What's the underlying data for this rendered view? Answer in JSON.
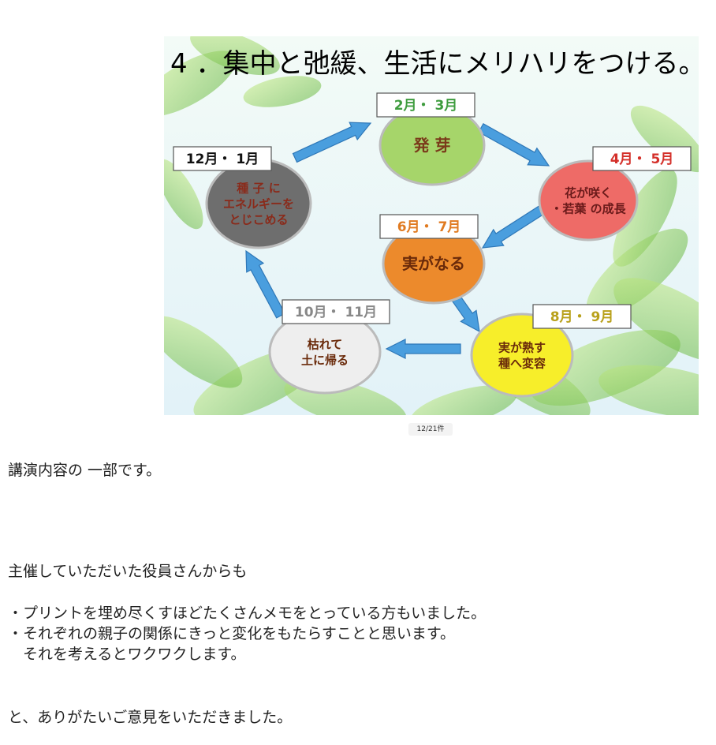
{
  "slide": {
    "title": "4 ．集中と弛緩、生活にメリハリをつける。",
    "stages": [
      {
        "id": "sprout",
        "month": "2月・ 3月",
        "lines": [
          "発 芽"
        ],
        "fill": "#a6d56a",
        "month_color": "#3e9c3e",
        "text_color": "#7a3a1a"
      },
      {
        "id": "bloom",
        "month": "4月・ 5月",
        "lines": [
          "花が咲く",
          "・若葉 の成長"
        ],
        "fill": "#ee6b67",
        "month_color": "#d4302a",
        "text_color": "#6a1a1a"
      },
      {
        "id": "fruit",
        "month": "6月・ 7月",
        "lines": [
          "実がなる"
        ],
        "fill": "#ec8a2c",
        "month_color": "#e07a20",
        "text_color": "#6a2a0a"
      },
      {
        "id": "seed",
        "month": "8月・ 9月",
        "lines": [
          "実が熟す",
          "種へ変容"
        ],
        "fill": "#f7ee2a",
        "month_color": "#b8a01a",
        "text_color": "#6a2a0a"
      },
      {
        "id": "wither",
        "month": "10月・ 11月",
        "lines": [
          "枯れて",
          "土に帰る"
        ],
        "fill": "#eeeeee",
        "month_color": "#888888",
        "text_color": "#6a2a0a"
      },
      {
        "id": "store",
        "month": "12月・ 1月",
        "lines": [
          "種 子 に",
          "エネルギーを",
          "とじこめる"
        ],
        "fill": "#6e6e6e",
        "month_color": "#111111",
        "text_color": "#8a2a1a"
      }
    ],
    "colors": {
      "arrow": "#4a9ede",
      "arrow_stroke": "#2f78b8",
      "sky": "#e9f6fb",
      "leaf": "#8fcf4a"
    }
  },
  "counter": "12/21件",
  "article": {
    "p1": "講演内容の 一部です。",
    "p2": "主催していただいた役員さんからも",
    "l1": "・プリントを埋め尽くすほどたくさんメモをとっている方もいました。",
    "l2": "・それぞれの親子の関係にきっと変化をもたらすことと思います。",
    "l3": "　それを考えるとワクワクします。",
    "p3": "と、ありがたいご意見をいただきました。"
  }
}
